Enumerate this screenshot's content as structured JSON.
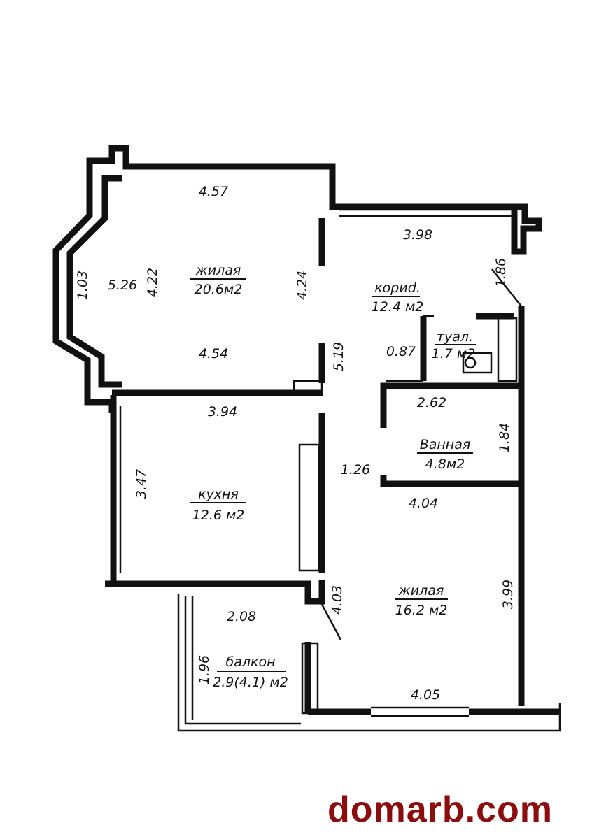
{
  "rooms": [
    {
      "name": "жилая",
      "area": "20.6м2"
    },
    {
      "name": "кориd.",
      "area": "12.4 м2"
    },
    {
      "name": "туал.",
      "area": "1.7 м2"
    },
    {
      "name": "Ванная",
      "area": "4.8м2"
    },
    {
      "name": "кухня",
      "area": "12.6 м2"
    },
    {
      "name": "жилая",
      "area": "16.2 м2"
    },
    {
      "name": "балкон",
      "area": "2.9(4.1) м2"
    }
  ],
  "dimensions": {
    "d457": "4.57",
    "d398": "3.98",
    "d186": "1.86",
    "d103": "1.03",
    "d526": "5.26",
    "d422": "4.22",
    "d424": "4.24",
    "d519": "5.19",
    "d454": "4.54",
    "d087": "0.87",
    "d262": "2.62",
    "d394": "3.94",
    "d184": "1.84",
    "d347": "3.47",
    "d126": "1.26",
    "d404": "4.04",
    "d403": "4.03",
    "d208": "2.08",
    "d399": "3.99",
    "d196": "1.96",
    "d405": "4.05"
  },
  "watermark": "domarb.com"
}
